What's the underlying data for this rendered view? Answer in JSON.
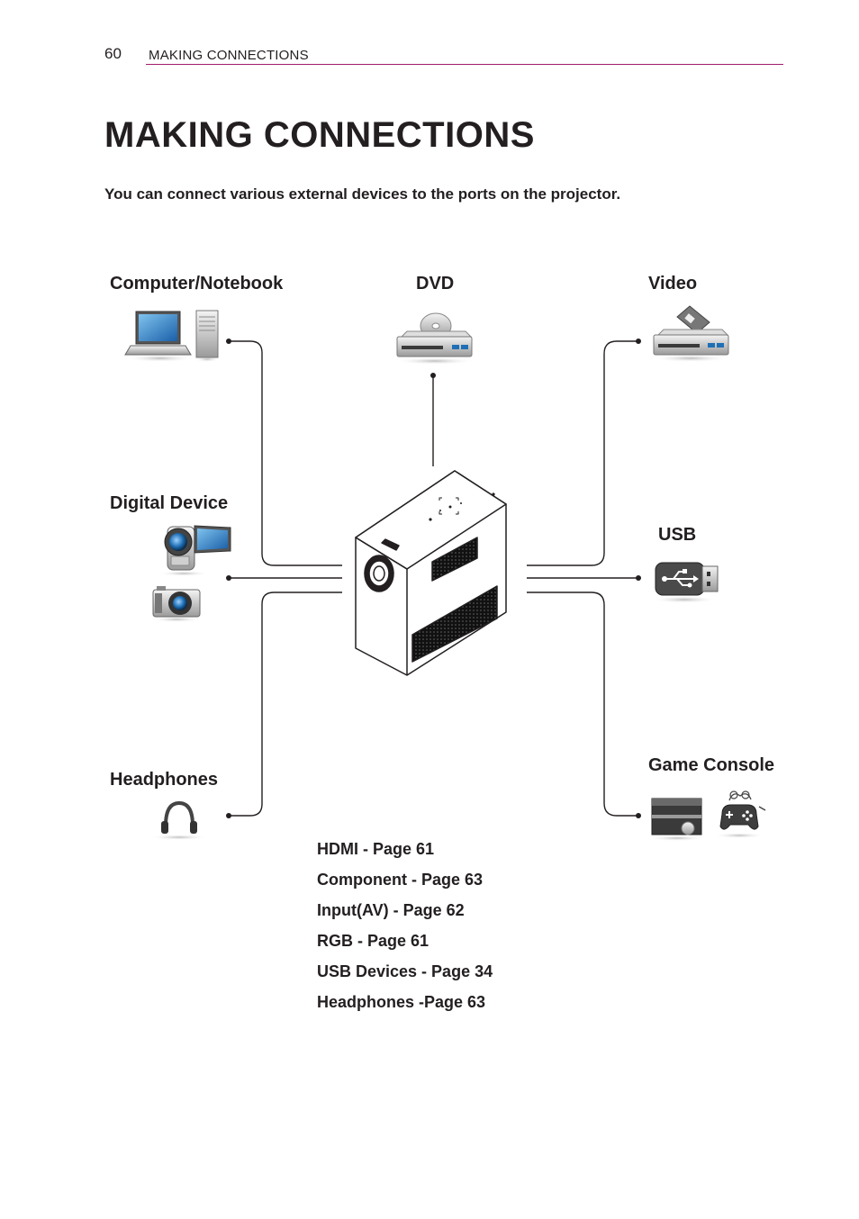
{
  "header": {
    "page_number": "60",
    "running_title": "MAKING CONNECTIONS"
  },
  "title": "MAKING CONNECTIONS",
  "intro": "You can connect various external devices to the ports on the projector.",
  "devices": {
    "computer": "Computer/Notebook",
    "dvd": "DVD",
    "video": "Video",
    "digital": "Digital Device",
    "usb": "USB",
    "headphones": "Headphones",
    "game": "Game Console"
  },
  "references": [
    "HDMI - Page 61",
    "Component - Page 63",
    "Input(AV) - Page 62",
    "RGB - Page 61",
    "USB Devices - Page 34",
    "Headphones -Page 63"
  ],
  "colors": {
    "accent_rule": "#a21c6c",
    "text": "#231f20",
    "device_blue": "#1f6fb5"
  },
  "icons": [
    "laptop-icon",
    "desktop-tower-icon",
    "dvd-player-icon",
    "video-player-icon",
    "camcorder-icon",
    "camera-icon",
    "usb-drive-icon",
    "headphones-icon",
    "game-console-icon",
    "gamepad-icon",
    "projector-icon"
  ]
}
